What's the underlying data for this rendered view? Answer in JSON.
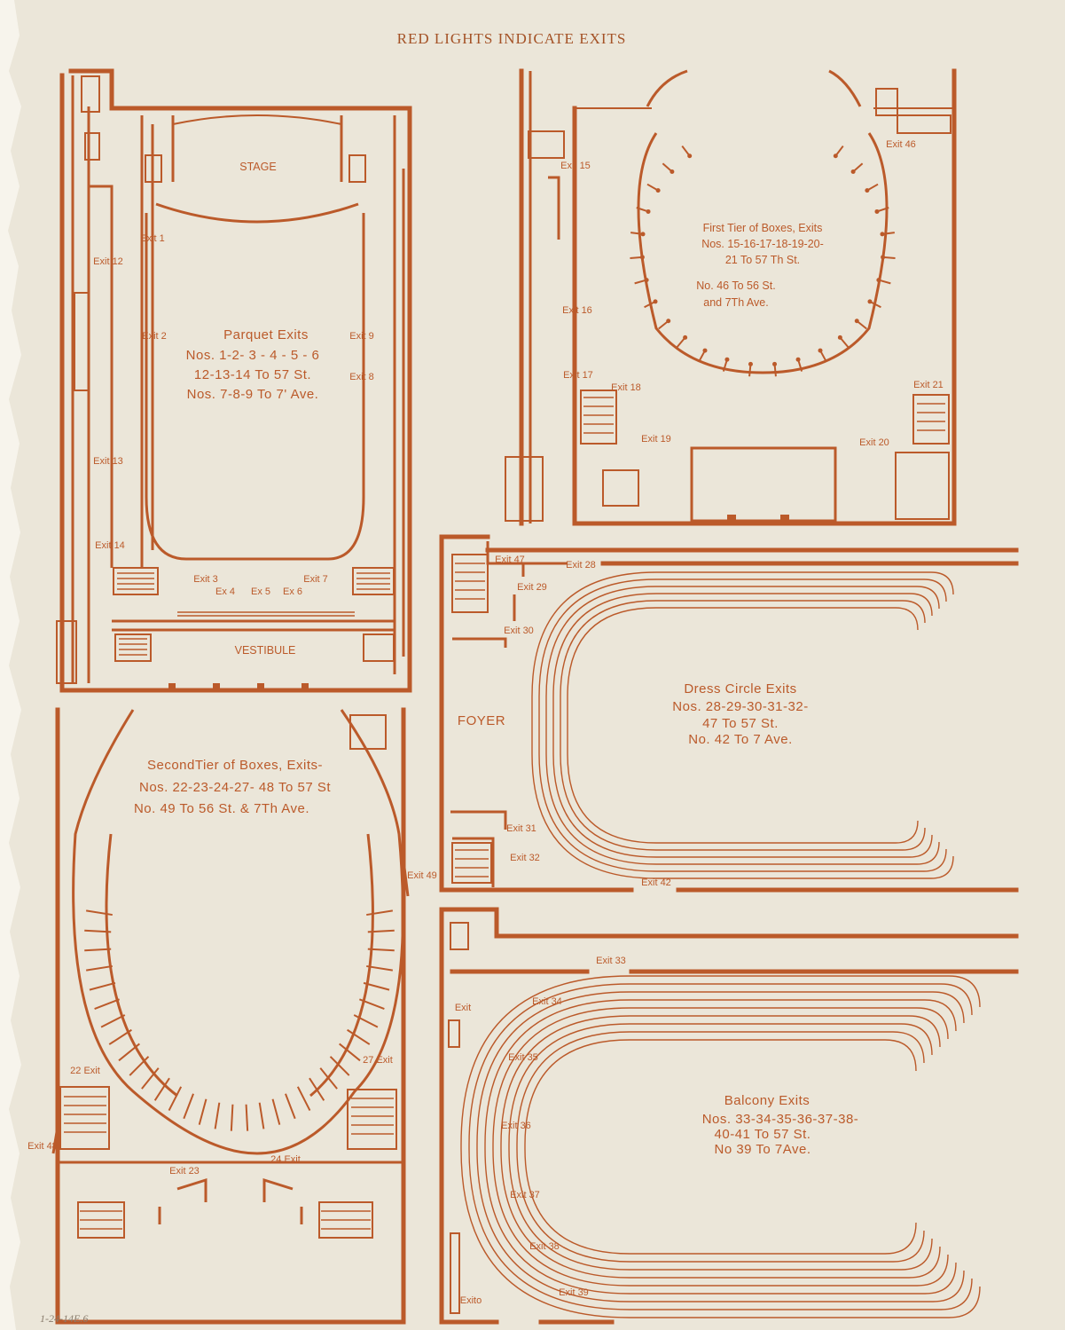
{
  "header": "RED LIGHTS INDICATE EXITS",
  "parquet": {
    "stage": "STAGE",
    "vestibule": "VESTIBULE",
    "title": "Parquet Exits",
    "line1": "Nos. 1-2- 3 - 4 - 5 - 6",
    "line2": "12-13-14 To 57 St.",
    "line3": "Nos. 7-8-9 To 7' Ave.",
    "exits": {
      "e1": "Exit 1",
      "e2": "Exit 2",
      "e12": "Exit 12",
      "e13": "Exit 13",
      "e14": "Exit 14",
      "e9": "Exit 9",
      "e8": "Exit 8",
      "e3": "Exit 3",
      "e4": "Ex 4",
      "e5": "Ex 5",
      "e6": "Ex 6",
      "e7": "Exit 7"
    }
  },
  "first_tier": {
    "line1": "First Tier of Boxes, Exits",
    "line2": "Nos. 15-16-17-18-19-20-",
    "line3": "21 To 57 Th St.",
    "line4": "No. 46 To 56 St.",
    "line5": "and 7Th Ave.",
    "exits": {
      "e15": "Exit 15",
      "e16": "Exit 16",
      "e17": "Exit 17",
      "e18": "Exit 18",
      "e19": "Exit 19",
      "e20": "Exit 20",
      "e21": "Exit 21",
      "e46": "Exit 46"
    }
  },
  "dress_circle": {
    "foyer": "FOYER",
    "line1": "Dress Circle Exits",
    "line2": "Nos. 28-29-30-31-32-",
    "line3": "47 To 57 St.",
    "line4": "No. 42 To 7 Ave.",
    "exits": {
      "e47": "Exit 47",
      "e28": "Exit 28",
      "e29": "Exit 29",
      "e30": "Exit 30",
      "e31": "Exit 31",
      "e32": "Exit 32",
      "e42": "Exit 42"
    }
  },
  "second_tier": {
    "line1": "SecondTier of Boxes, Exits-",
    "line2": "Nos. 22-23-24-27- 48 To 57 St",
    "line3": "No. 49 To 56 St. & 7Th Ave.",
    "exits": {
      "e49": "Exit 49",
      "e22": "22 Exit",
      "e27": "27 Exit",
      "e48": "Exit 48",
      "e23": "Exit 23",
      "e24": "24 Exit"
    }
  },
  "balcony": {
    "line1": "Balcony Exits",
    "line2": "Nos. 33-34-35-36-37-38-",
    "line3": "40-41 To 57 St.",
    "line4": "No 39 To 7Ave.",
    "exits": {
      "e33": "Exit 33",
      "e34": "Exit 34",
      "e35": "Exit 35",
      "e36": "Exit 36",
      "e37": "Exit 37",
      "e38": "Exit 38",
      "e39": "Exit 39",
      "eL": "Exit",
      "e40": "Exito"
    }
  },
  "annotation": "1-24-14E.6"
}
